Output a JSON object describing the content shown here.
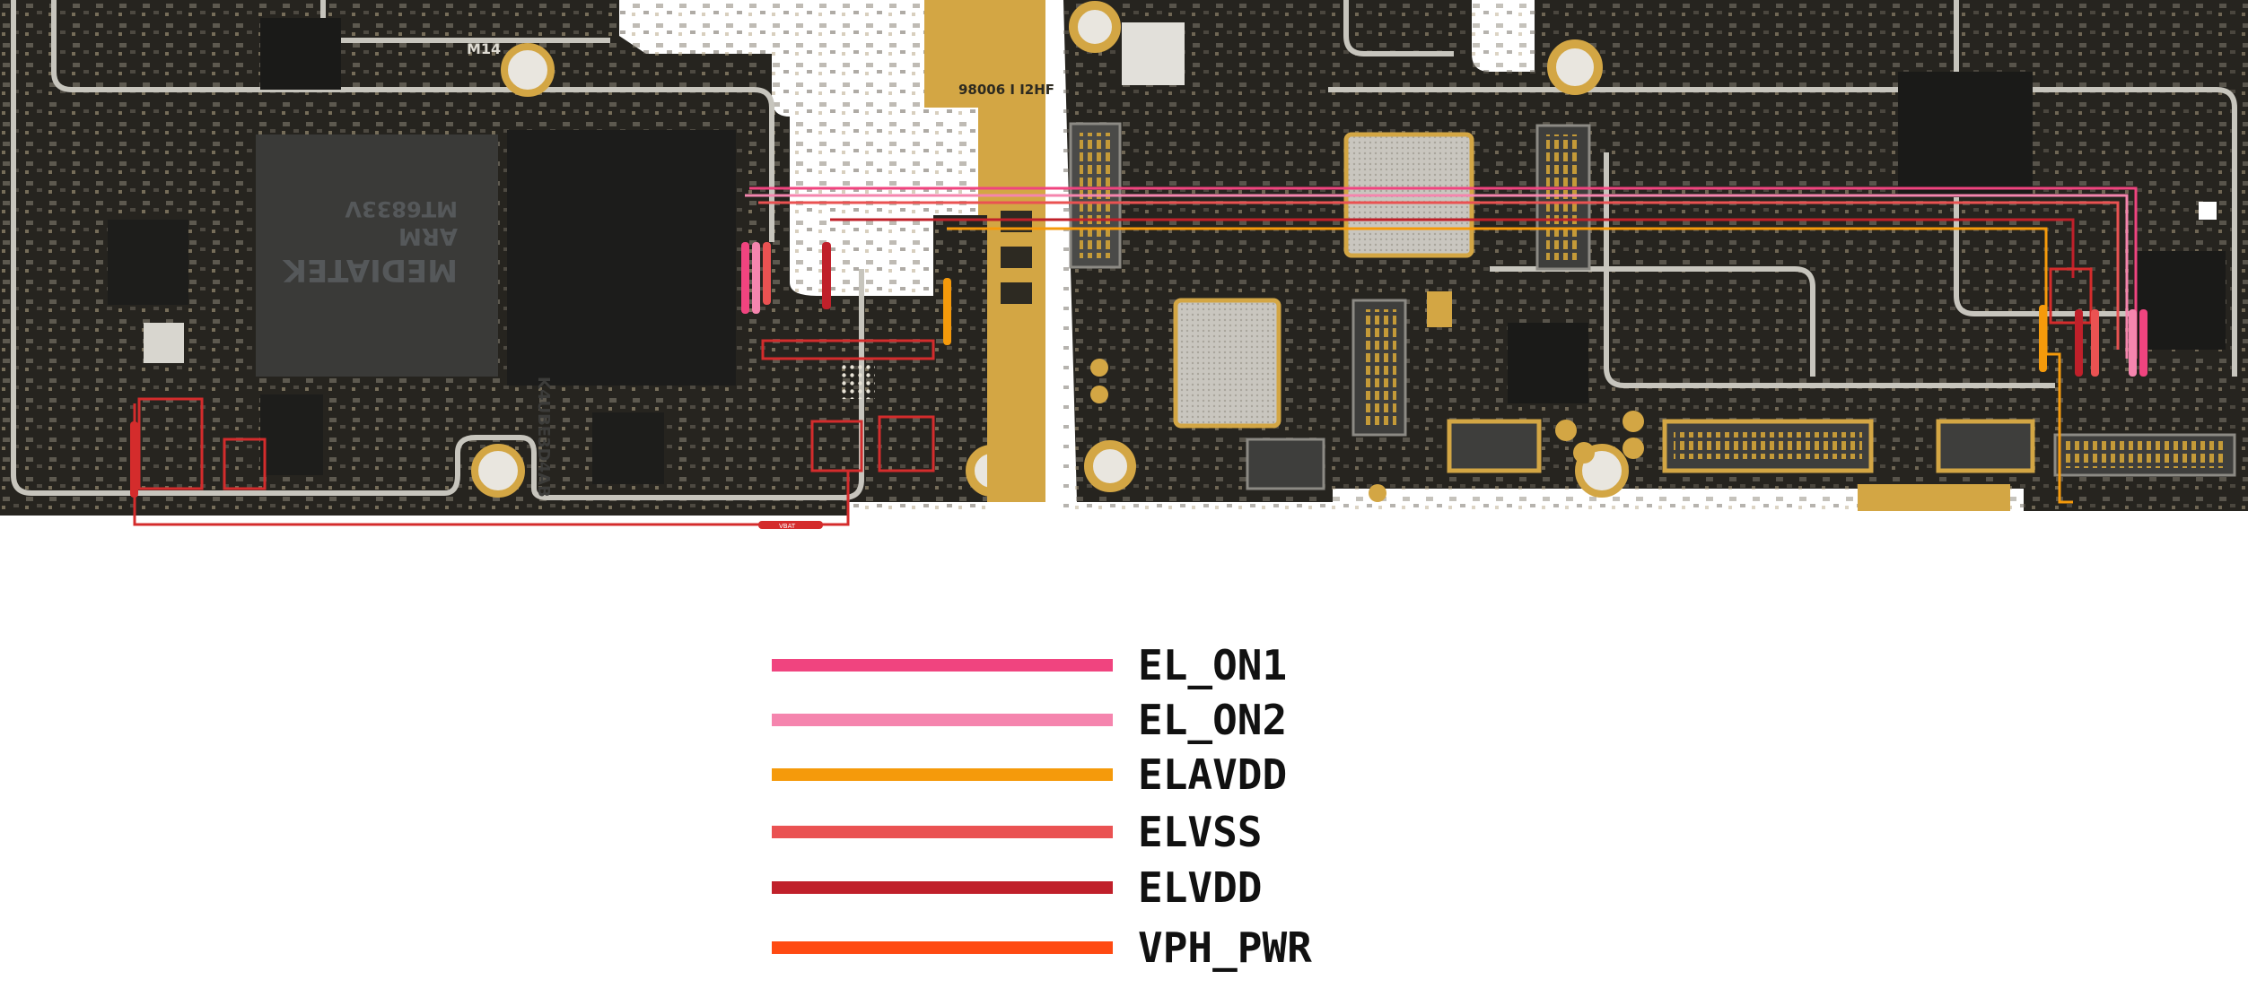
{
  "board": {
    "left_silkscreen": [
      "M14"
    ],
    "flex_label": "98006 I I2HF",
    "chip_marking_lines": [
      "MEDIATEK",
      "ARM",
      "MT6833V"
    ],
    "mem_chip_marking": "K4UBE3D4AB"
  },
  "signal_labels": [
    "VBAT"
  ],
  "legend": {
    "items": [
      {
        "label": "EL_ON1",
        "color": "#f0447f"
      },
      {
        "label": "EL_ON2",
        "color": "#f585ae"
      },
      {
        "label": "ELAVDD",
        "color": "#f59a0b"
      },
      {
        "label": "ELVSS",
        "color": "#ea5252"
      },
      {
        "label": "ELVDD",
        "color": "#c0202a"
      },
      {
        "label": "VPH_PWR",
        "color": "#ff4a12"
      }
    ]
  },
  "colors": {
    "pcb": "#26241f",
    "shield_trace": "#c7c5bd",
    "gold": "#d3a644",
    "trace_red": "#d42c2c"
  }
}
